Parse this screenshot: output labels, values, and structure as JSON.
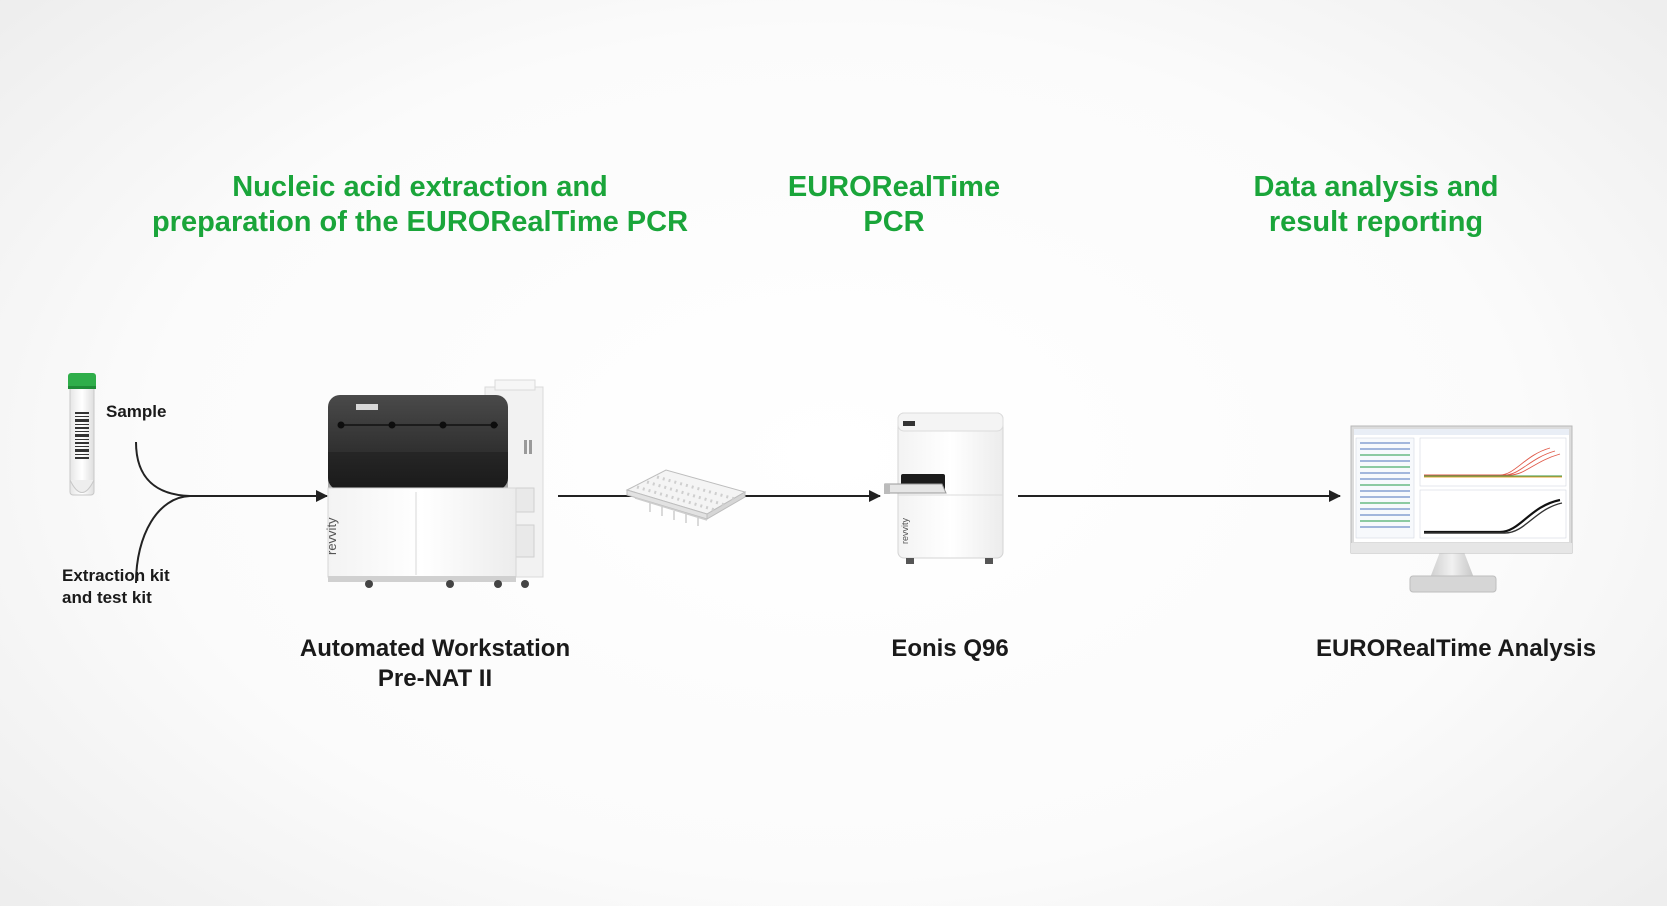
{
  "stages": [
    {
      "line1": "Nucleic acid extraction and",
      "line2": "preparation of the EURORealTime PCR"
    },
    {
      "line1": "EURORealTime",
      "line2": "PCR"
    },
    {
      "line1": "Data analysis and",
      "line2": "result reporting"
    }
  ],
  "inputs": {
    "sample": "Sample",
    "kits_line1": "Extraction kit",
    "kits_line2": "and test kit"
  },
  "devices": [
    {
      "line1": "Automated Workstation",
      "line2": "Pre-NAT II"
    },
    {
      "line1": "Eonis Q96"
    },
    {
      "line1": "EURORealTime Analysis"
    }
  ],
  "brand": "revvity",
  "colors": {
    "accent_green": "#1aa53a",
    "arrow": "#222222",
    "tube_cap": "#2fae4a"
  }
}
